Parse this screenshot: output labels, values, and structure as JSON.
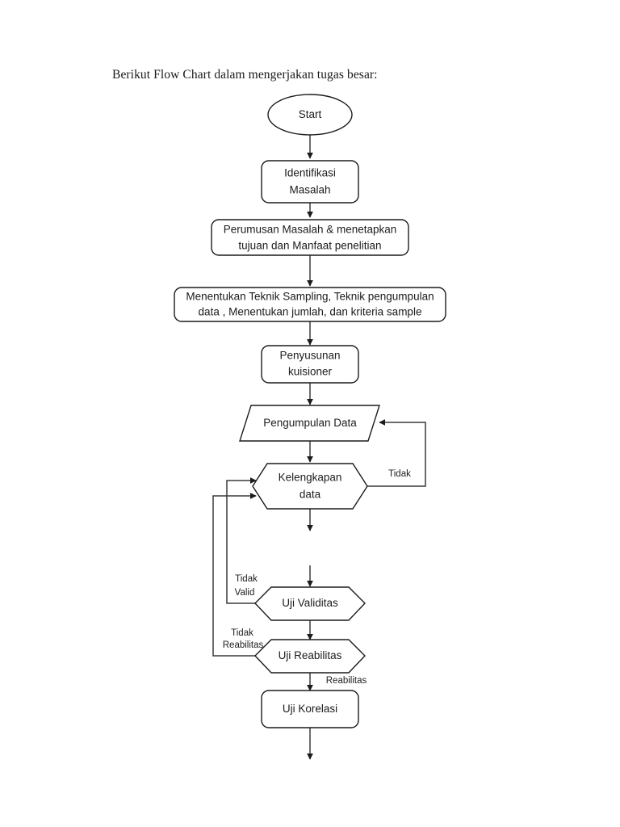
{
  "document": {
    "caption": "Berikut Flow Chart dalam mengerjakan tugas besar:"
  },
  "chart_data": {
    "type": "diagram",
    "title": "Berikut Flow Chart dalam mengerjakan tugas besar:",
    "orientation": "top-to-bottom",
    "nodes": [
      {
        "id": "start",
        "shape": "ellipse",
        "lines": [
          "Start"
        ]
      },
      {
        "id": "identifikasi",
        "shape": "rounded-rect",
        "lines": [
          "Identifikasi",
          "Masalah"
        ]
      },
      {
        "id": "perumusan",
        "shape": "rounded-rect",
        "lines": [
          "Perumusan Masalah & menetapkan",
          "tujuan dan Manfaat penelitian"
        ]
      },
      {
        "id": "menentukan",
        "shape": "rounded-rect",
        "lines": [
          "Menentukan Teknik Sampling, Teknik pengumpulan",
          "data , Menentukan jumlah, dan kriteria sample"
        ]
      },
      {
        "id": "penyusunan",
        "shape": "rounded-rect",
        "lines": [
          "Penyusunan",
          "kuisioner"
        ]
      },
      {
        "id": "pengumpulan",
        "shape": "parallelogram",
        "lines": [
          "Pengumpulan Data"
        ]
      },
      {
        "id": "kelengkapan",
        "shape": "hexagon",
        "lines": [
          "Kelengkapan",
          "data"
        ]
      },
      {
        "id": "validitas",
        "shape": "hexagon",
        "lines": [
          "Uji Validitas"
        ]
      },
      {
        "id": "reabilitas",
        "shape": "hexagon",
        "lines": [
          "Uji Reabilitas"
        ]
      },
      {
        "id": "korelasi",
        "shape": "rounded-rect",
        "lines": [
          "Uji Korelasi"
        ]
      }
    ],
    "edge_labels": [
      {
        "id": "tidak",
        "lines": [
          "Tidak"
        ],
        "from": "kelengkapan",
        "to": "pengumpulan"
      },
      {
        "id": "tidak-valid",
        "lines": [
          "Tidak",
          "Valid"
        ],
        "from": "validitas",
        "to": "kelengkapan"
      },
      {
        "id": "tidak-reabilitas",
        "lines": [
          "Tidak",
          "Reabilitas"
        ],
        "from": "reabilitas",
        "to": "kelengkapan"
      },
      {
        "id": "reabilitas-ok",
        "lines": [
          "Reabilitas"
        ],
        "from": "reabilitas",
        "to": "korelasi"
      }
    ],
    "colors": {
      "stroke": "#1c1c1c",
      "connector": "#3a3a3a",
      "fill": "#ffffff",
      "text": "#1c1c1c",
      "background": "#ffffff"
    }
  }
}
